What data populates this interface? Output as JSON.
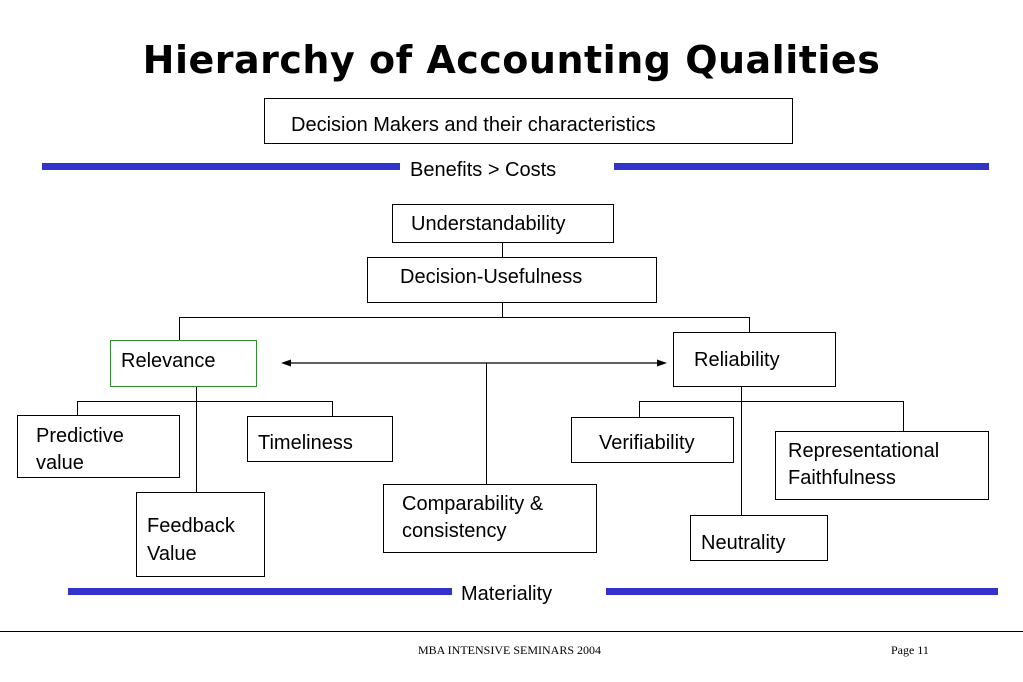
{
  "title": "Hierarchy of Accounting Qualities",
  "decision_makers": "Decision Makers and their characteristics",
  "benefits_costs": "Benefits > Costs",
  "understandability": "Understandability",
  "decision_usefulness": "Decision-Usefulness",
  "relevance": "Relevance",
  "reliability": "Reliability",
  "predictive_value": [
    "Predictive",
    "value"
  ],
  "timeliness": "Timeliness",
  "feedback_value": [
    "Feedback",
    "Value"
  ],
  "comparability": [
    "Comparability &",
    "consistency"
  ],
  "verifiability": "Verifiability",
  "representational_faithfulness": [
    "Representational",
    "Faithfulness"
  ],
  "neutrality": "Neutrality",
  "materiality": "Materiality",
  "footer": {
    "center": "MBA INTENSIVE SEMINARS 2004",
    "page": "Page 11"
  },
  "colors": {
    "band": "#3333cc",
    "relevance_border": "#2e8b2e"
  }
}
